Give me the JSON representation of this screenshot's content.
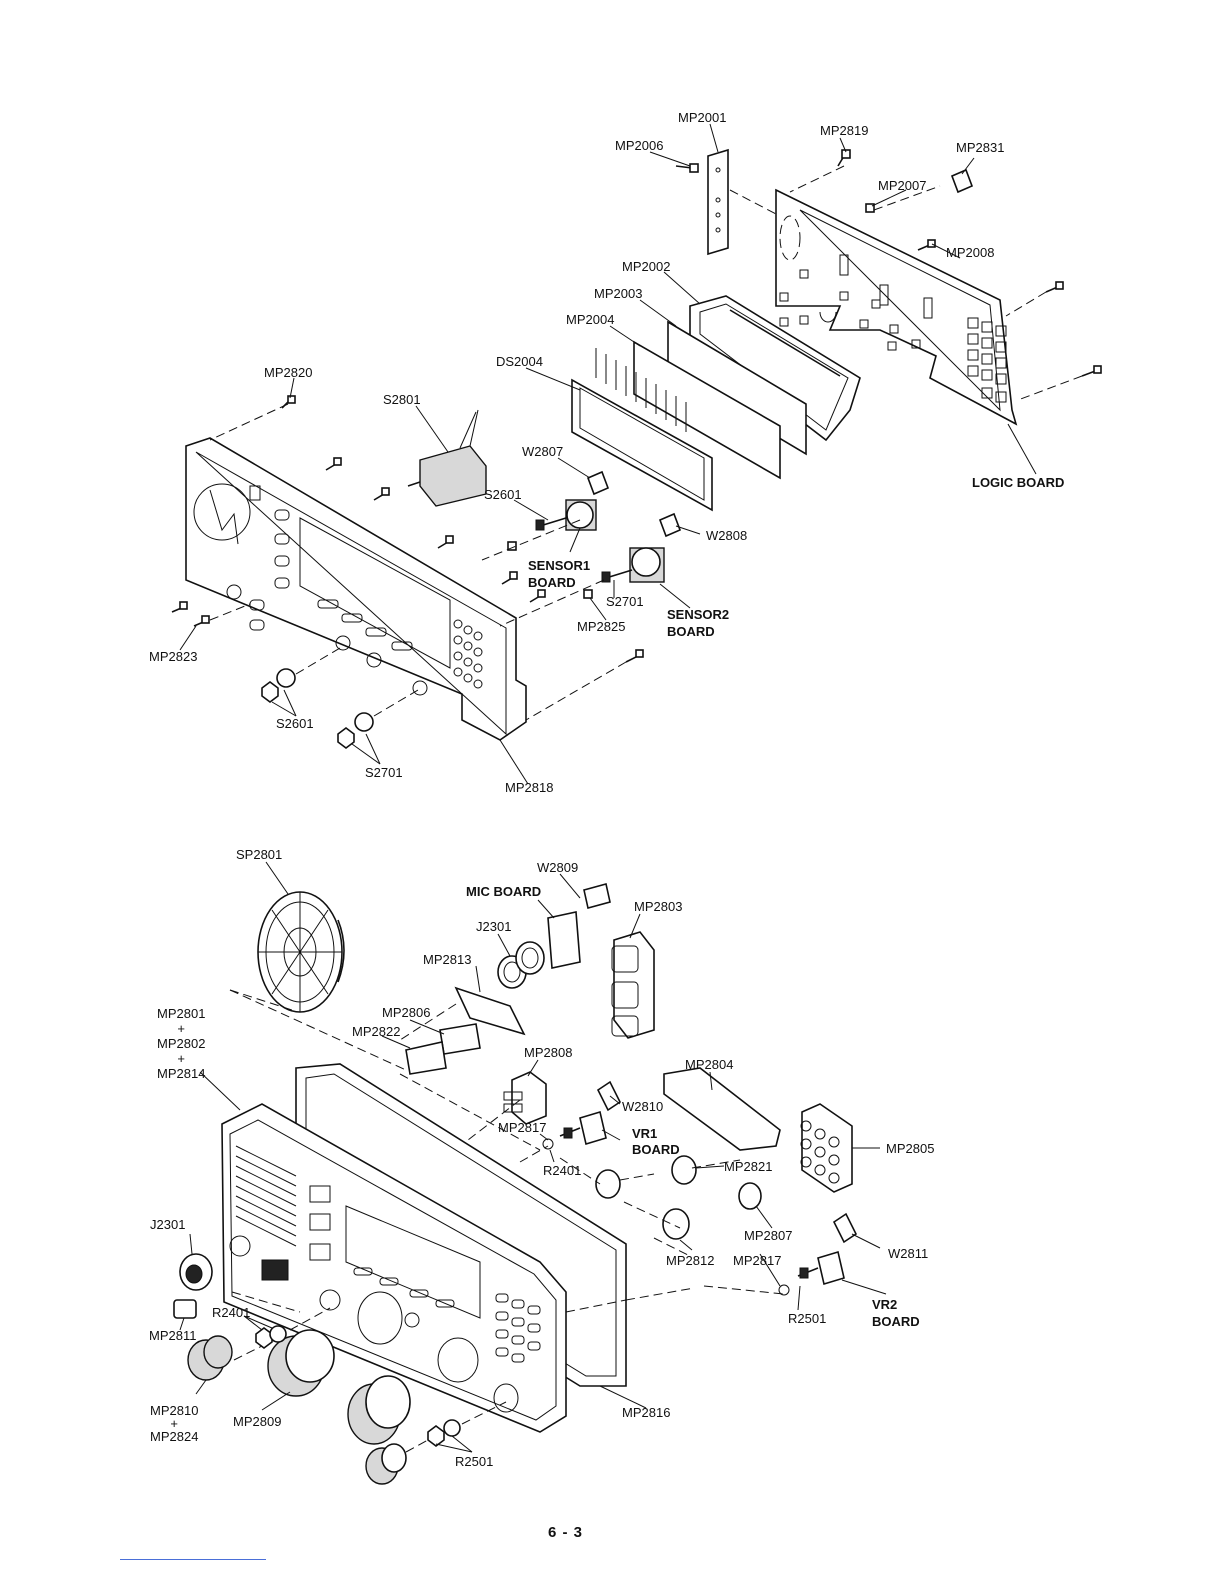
{
  "upper_assembly": {
    "labels": {
      "mp2001": "MP2001",
      "mp2006": "MP2006",
      "mp2819": "MP2819",
      "mp2831": "MP2831",
      "mp2007": "MP2007",
      "mp2008": "MP2008",
      "mp2002": "MP2002",
      "mp2003": "MP2003",
      "mp2004": "MP2004",
      "ds2004": "DS2004",
      "mp2820": "MP2820",
      "s2801": "S2801",
      "w2807": "W2807",
      "s2601_pot": "S2601",
      "sensor1_board": "SENSOR1\nBOARD",
      "w2808": "W2808",
      "s2701_pot": "S2701",
      "sensor2_board": "SENSOR2\nBOARD",
      "mp2825": "MP2825",
      "mp2823": "MP2823",
      "s2601_nut": "S2601",
      "s2701_nut": "S2701",
      "mp2818": "MP2818",
      "logic_board": "LOGIC BOARD"
    }
  },
  "lower_assembly": {
    "labels": {
      "sp2801": "SP2801",
      "w2809": "W2809",
      "mic_board": "MIC BOARD",
      "mp2803": "MP2803",
      "j2301_top": "J2301",
      "mp2813": "MP2813",
      "mp2801_group": "MP2801\n+\nMP2802\n+\nMP2814",
      "mp2806": "MP2806",
      "mp2822": "MP2822",
      "mp2808": "MP2808",
      "mp2804": "MP2804",
      "w2810": "W2810",
      "mp2817_top": "MP2817",
      "vr1_board": "VR1\nBOARD",
      "mp2805": "MP2805",
      "r2401_top": "R2401",
      "mp2821": "MP2821",
      "mp2807": "MP2807",
      "j2301_left": "J2301",
      "w2811": "W2811",
      "mp2812": "MP2812",
      "mp2817_bottom": "MP2817",
      "r2501_right": "R2501",
      "vr2_board": "VR2\nBOARD",
      "r2401_left": "R2401",
      "mp2811": "MP2811",
      "mp2810_group": "MP2810\n+\nMP2824",
      "mp2809": "MP2809",
      "mp2816": "MP2816",
      "r2501_bottom": "R2501"
    }
  },
  "page_number": "6 - 3"
}
